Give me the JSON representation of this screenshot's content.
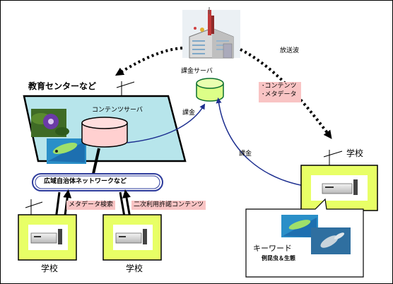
{
  "labels": {
    "broadcast_station": "放送波",
    "billing_server": "課金サーバ",
    "education_center": "教育センターなど",
    "contents_server": "コンテンツサーバ",
    "billing_left": "課金",
    "billing_right": "課金",
    "content_line1": "･コンテンツ",
    "content_line2": "･メタデータ",
    "network": "広域自治体ネットワークなど",
    "metadata_search": "メタデータ検索",
    "secondary_use": "二次利用許諾コンテンツ",
    "school_right": "学校",
    "school_left": "学校",
    "school_middle": "学校",
    "keyword": "キーワード",
    "keyword_example": "例昆虫＆生態"
  },
  "colors": {
    "school_fill": "#e8ff66",
    "center_fill": "#b7e5eb",
    "arrow_blue": "#1c2e8f",
    "db_pink": "#ffd0d0",
    "server_green": "#ddff88",
    "network_border": "#2e3c9c",
    "label_pink": "#f9c4c4"
  }
}
